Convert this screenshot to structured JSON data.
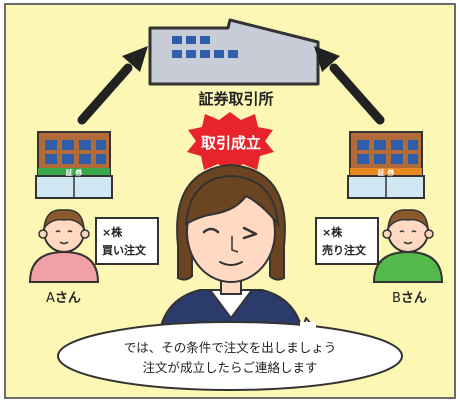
{
  "colors": {
    "background": "#fdf7b5",
    "frame": "#6b6b6b",
    "exchange_building": "#c8ccd6",
    "exchange_windows": "#2f5fa8",
    "broker_building": "#b26c3a",
    "burst": "#e8232b",
    "skin": "#ffd9c2",
    "customer_a_shirt": "#f2a0a8",
    "customer_b_shirt": "#55b84a",
    "suit": "#2b3b6b",
    "hair": "#6b4522"
  },
  "icons": [
    "exchange-building-icon",
    "broker-building-icon",
    "arrow-icon",
    "person-icon"
  ],
  "exchange": {
    "label": "証券取引所"
  },
  "trade_burst": {
    "label": "取引成立"
  },
  "broker_left": {
    "sign": "証 券"
  },
  "broker_right": {
    "sign": "証 券"
  },
  "customer_a": {
    "note_line1": "×株",
    "note_line2": "買い注文",
    "name_letter": "A",
    "name_suffix": "さん"
  },
  "customer_b": {
    "note_line1": "×株",
    "note_line2": "売り注文",
    "name_letter": "B",
    "name_suffix": "さん"
  },
  "speech": {
    "line1": "では、その条件で注文を出しましょう",
    "line2": "注文が成立したらご連絡します"
  }
}
